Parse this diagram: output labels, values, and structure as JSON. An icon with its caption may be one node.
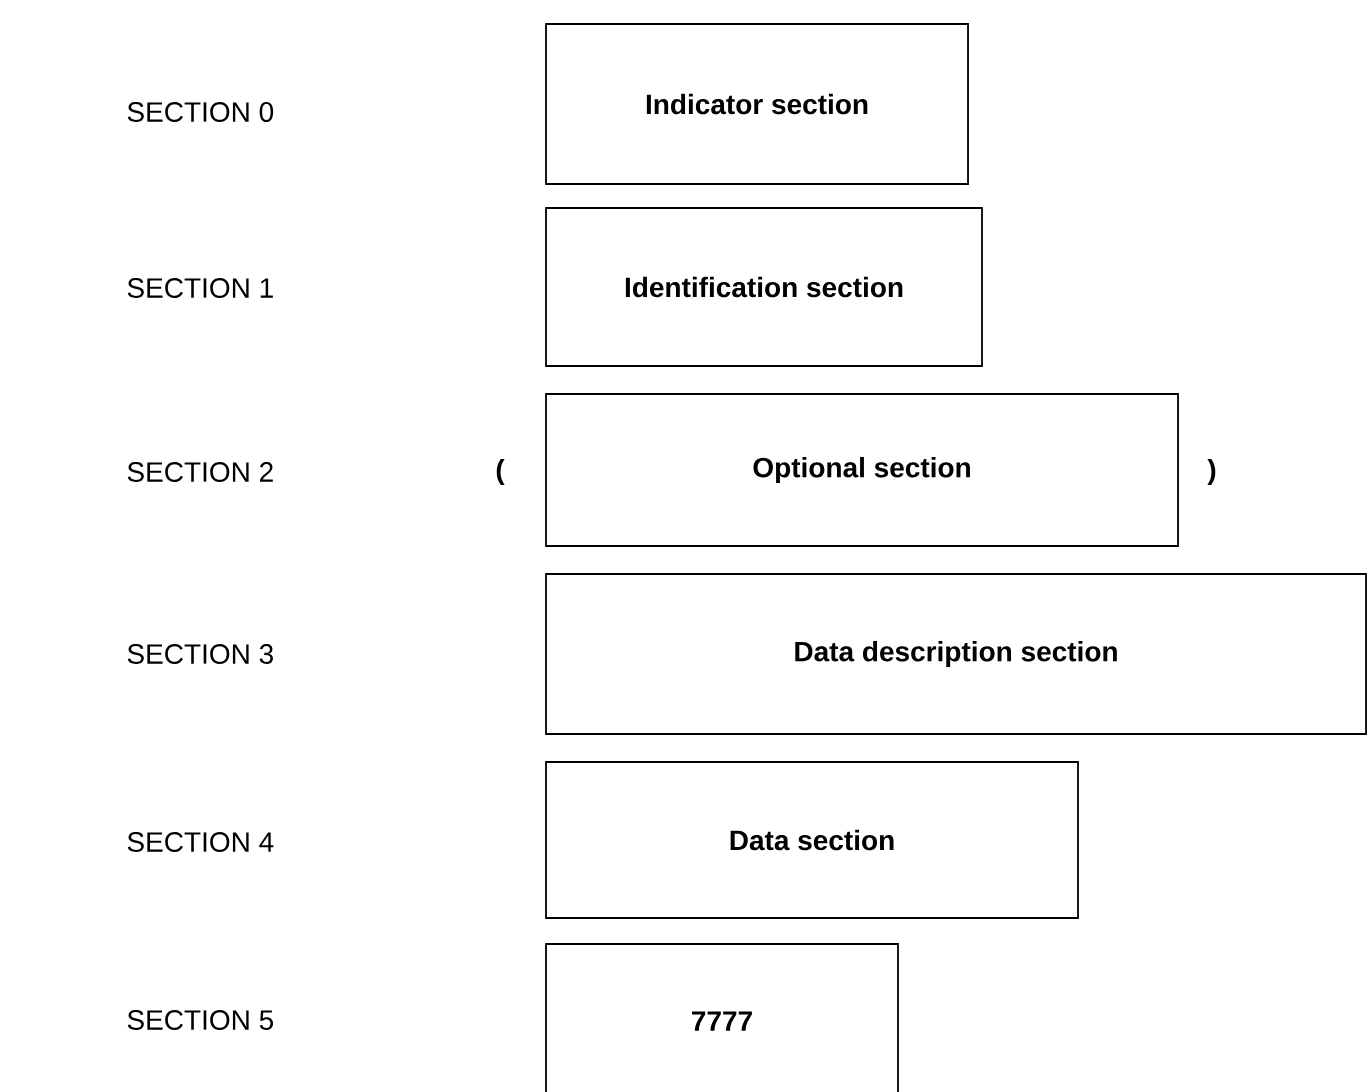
{
  "diagram": {
    "nodes": [
      {
        "text": [
          "Indicator section"
        ]
      },
      {
        "text": [
          "Identification section"
        ]
      },
      {
        "text": [
          "Optional section"
        ]
      },
      {
        "text": [
          "Data description section"
        ]
      },
      {
        "text": [
          "Data section"
        ]
      },
      {
        "text": [
          "7777"
        ]
      }
    ],
    "edges": [],
    "labels": [
      "SECTION 0",
      "SECTION 1",
      "SECTION 2",
      "(",
      ")",
      "SECTION 3",
      "SECTION 4",
      "SECTION 5"
    ]
  }
}
